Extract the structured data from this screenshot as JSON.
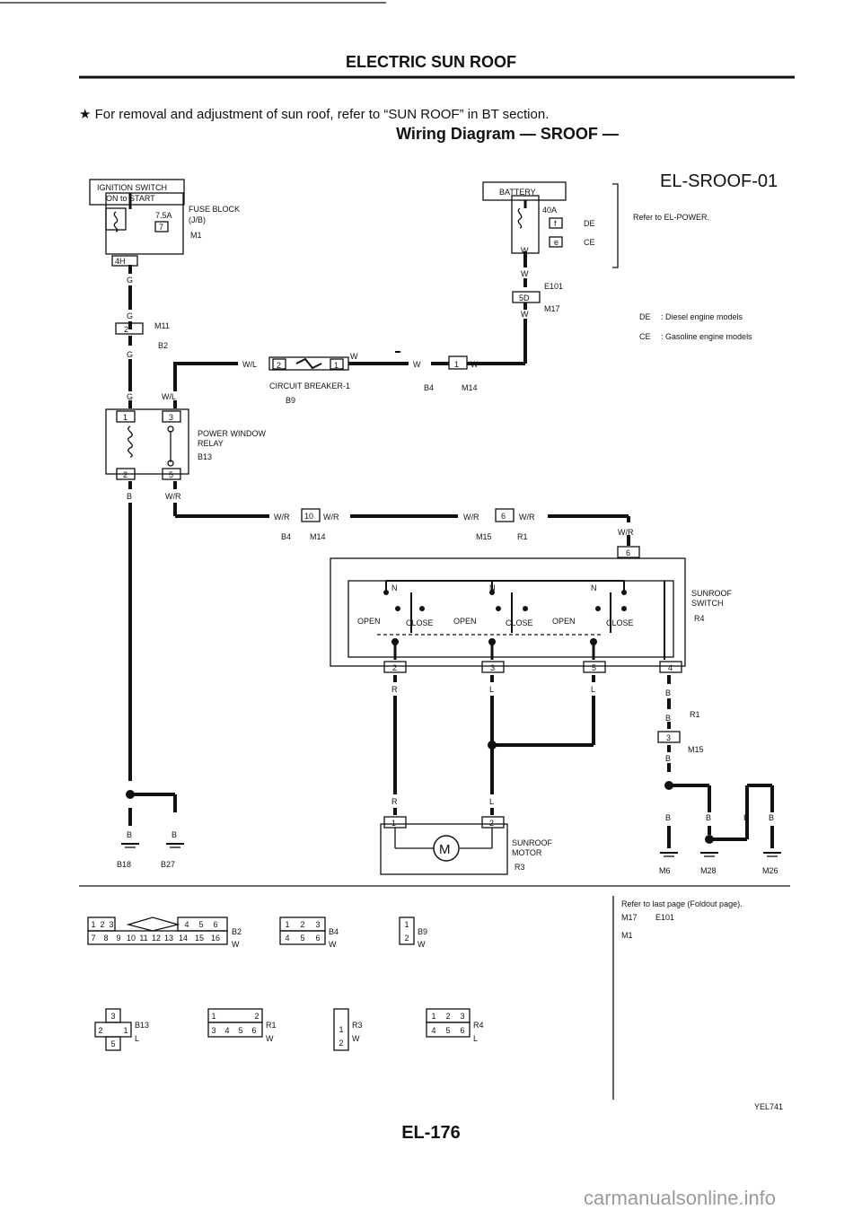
{
  "header": {
    "title": "ELECTRIC SUN ROOF",
    "note": "★ For removal and adjustment of sun roof, refer to “SUN ROOF” in BT section.",
    "subtitle": "Wiring Diagram — SROOF —"
  },
  "diagram_code": "EL-SROOF-01",
  "ignition": {
    "label1": "IGNITION SWITCH",
    "label2": "ON to START"
  },
  "fuse": {
    "rating": "7.5A",
    "number": "7",
    "block1": "FUSE BLOCK",
    "block2": "(J/B)",
    "connector": "M1",
    "terminal": "4H"
  },
  "battery": {
    "label": "BATTERY",
    "fuse_rating": "40A",
    "link_f": "f",
    "link_e": "e",
    "de": "DE",
    "ce": "CE",
    "refer": "Refer to EL-POWER."
  },
  "legend": {
    "de_code": "DE",
    "de_text": ": Diesel engine models",
    "ce_code": "CE",
    "ce_text": ": Gasoline engine models"
  },
  "connectors": {
    "e101": "E101",
    "m17": "M17",
    "m11": "M11",
    "b2": "B2",
    "b4": "B4",
    "m14": "M14",
    "b9": "B9",
    "b13": "B13",
    "m15": "M15",
    "r1": "R1",
    "r3": "R3",
    "r4": "R4",
    "b18": "B18",
    "b27": "B27",
    "m6": "M6",
    "m28": "M28",
    "m26": "M26"
  },
  "terminals": {
    "t5d": "5D",
    "t2": "2",
    "t1": "1",
    "t3": "3",
    "t5": "5",
    "t10": "10",
    "t6": "6",
    "t4": "4"
  },
  "wires": {
    "g": "G",
    "w": "W",
    "wl": "W/L",
    "b": "B",
    "wr": "W/R",
    "r": "R",
    "l": "L"
  },
  "breaker": {
    "label": "CIRCUIT BREAKER-1",
    "connector": "B9"
  },
  "relay": {
    "label1": "POWER WINDOW",
    "label2": "RELAY",
    "connector": "B13"
  },
  "switch": {
    "label1": "SUNROOF",
    "label2": "SWITCH",
    "connector": "R4",
    "n": "N",
    "open": "OPEN",
    "close": "CLOSE"
  },
  "motor": {
    "label1": "SUNROOF",
    "label2": "MOTOR",
    "connector": "R3",
    "symbol": "M"
  },
  "refer_foldout": {
    "line1": "Refer to last page (Foldout page).",
    "m17": "M17",
    "e101": "E101",
    "m1": "M1"
  },
  "connector_views": {
    "b2_top": [
      "1",
      "2",
      "3",
      "4",
      "5",
      "6"
    ],
    "b2_bottom": [
      "7",
      "8",
      "9",
      "10",
      "11",
      "12",
      "13",
      "14",
      "15",
      "16"
    ],
    "b2_code": "B2",
    "b2_color": "W",
    "b4_top": [
      "1",
      "2",
      "3"
    ],
    "b4_bottom": [
      "4",
      "5",
      "6"
    ],
    "b4_code": "B4",
    "b4_color": "W",
    "b9_pins": [
      "1",
      "2"
    ],
    "b9_code": "B9",
    "b9_color": "W",
    "b13_pins": [
      "3",
      "2",
      "1",
      "5"
    ],
    "b13_code": "B13",
    "b13_color": "L",
    "r1_top": [
      "1",
      "2"
    ],
    "r1_bottom": [
      "3",
      "4",
      "5",
      "6"
    ],
    "r1_code": "R1",
    "r1_color": "W",
    "r3_pins": [
      "1",
      "2"
    ],
    "r3_code": "R3",
    "r3_color": "W",
    "r4_top": [
      "1",
      "2",
      "3"
    ],
    "r4_bottom": [
      "4",
      "5",
      "6"
    ],
    "r4_code": "R4",
    "r4_color": "L"
  },
  "footer": {
    "ref": "YEL741",
    "page": "EL-176",
    "watermark": "carmanualsonline.info"
  }
}
